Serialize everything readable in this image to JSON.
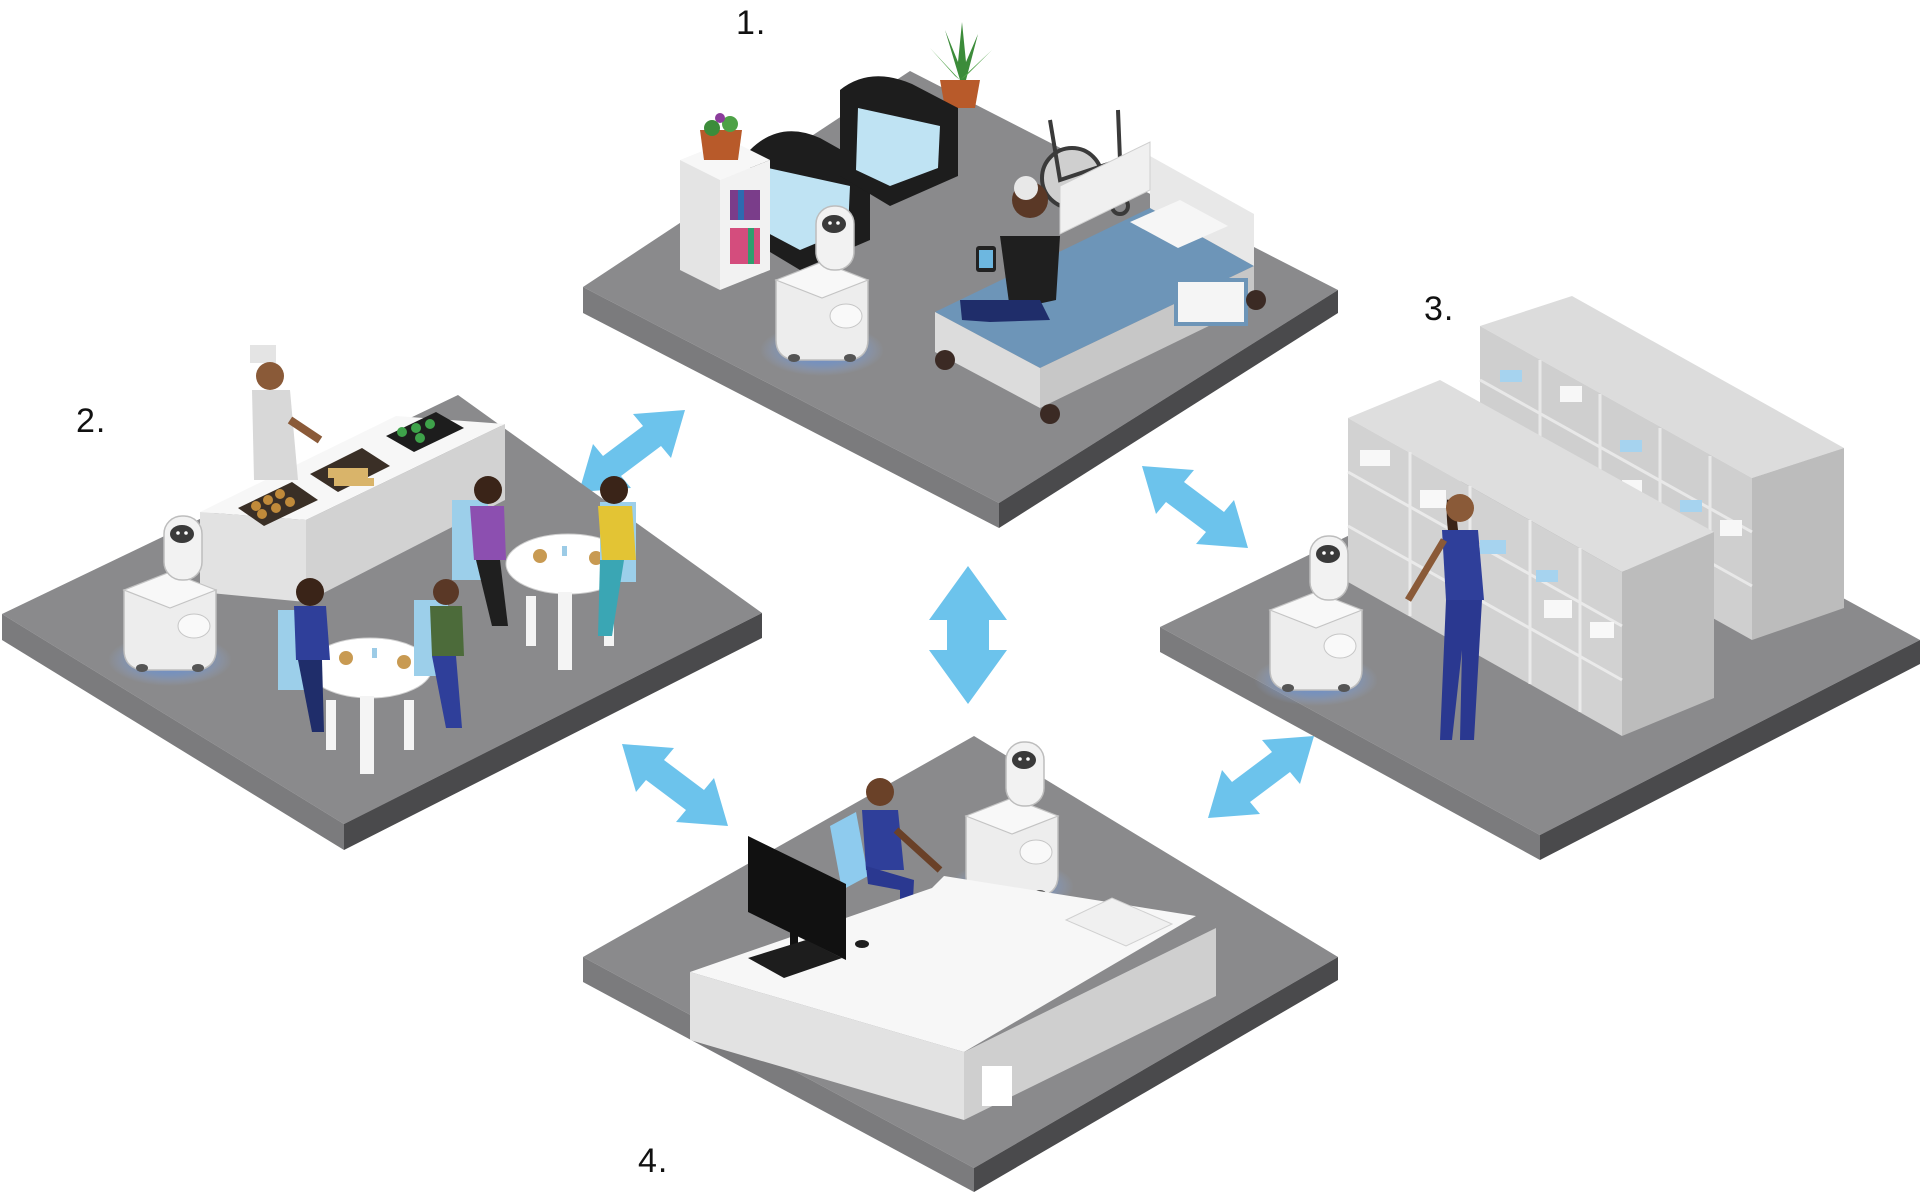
{
  "labels": {
    "room1": "1.",
    "room2": "2.",
    "room3": "3.",
    "room4": "4."
  },
  "colors": {
    "floor_top": "#8a8a8c",
    "floor_left": "#7b7b7d",
    "floor_right": "#4a4a4c",
    "arrow": "#6cc3ec",
    "robot_body": "#f1f1f1",
    "robot_glow": "#5d8fe0",
    "furniture_white": "#ececec",
    "shelf_grey": "#c8c8c8",
    "bed_blue": "#6d95b8",
    "chair_blue": "#8ecbee",
    "scrubs_navy": "#2f3f9a"
  },
  "rooms": [
    {
      "id": "room1",
      "scene": "patient-room"
    },
    {
      "id": "room2",
      "scene": "dining-area"
    },
    {
      "id": "room3",
      "scene": "supply-storage"
    },
    {
      "id": "room4",
      "scene": "nurse-station"
    }
  ]
}
